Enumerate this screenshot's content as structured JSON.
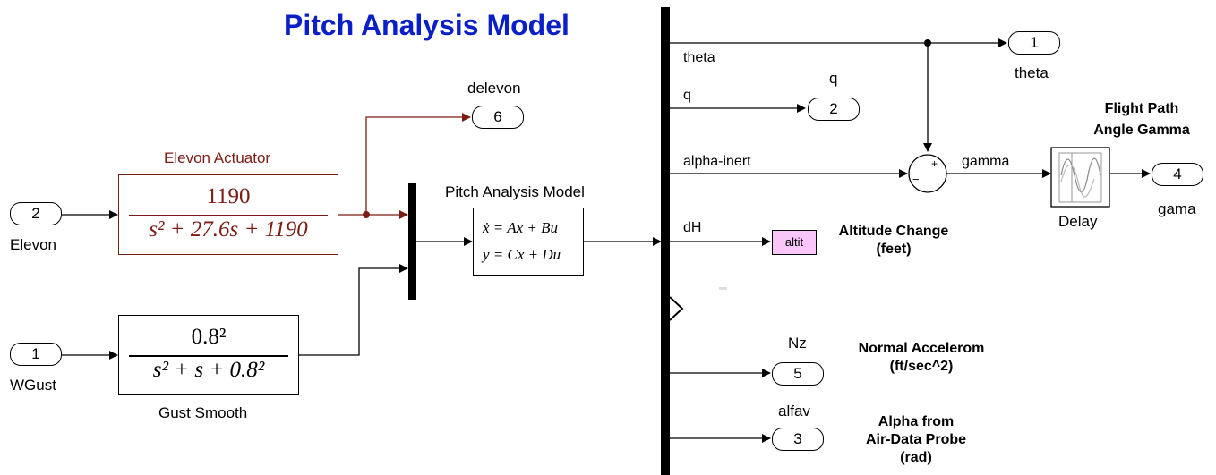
{
  "diagram": {
    "title": "Pitch Analysis Model",
    "inputs": [
      {
        "number": "2",
        "label": "Elevon"
      },
      {
        "number": "1",
        "label": "WGust"
      }
    ],
    "elevon_actuator": {
      "label": "Elevon Actuator",
      "numerator": "1190",
      "denominator": "s² + 27.6s + 1190"
    },
    "gust_smooth": {
      "label": "Gust Smooth",
      "numerator": "0.8²",
      "denominator": "s² + s + 0.8²"
    },
    "state_space": {
      "label": "Pitch Analysis Model",
      "eq1": "ẋ = Ax + Bu",
      "eq2": "y = Cx + Du"
    },
    "signals": {
      "theta": "theta",
      "q": "q",
      "alpha_inert": "alpha-inert",
      "dh": "dH",
      "gamma": "gamma"
    },
    "outputs": [
      {
        "number": "6",
        "label": "delevon"
      },
      {
        "number": "1",
        "label": "theta"
      },
      {
        "number": "2",
        "label": "q"
      },
      {
        "number": "4",
        "label": "gama"
      },
      {
        "number": "5",
        "label": "Nz"
      },
      {
        "number": "3",
        "label": "alfav"
      }
    ],
    "goto_tag": "altit",
    "sum_signs": {
      "top": "+",
      "left": "−"
    },
    "delay_label": "Delay",
    "annotations": {
      "flight_path": [
        "Flight Path",
        "Angle Gamma"
      ],
      "altitude": [
        "Altitude Change",
        "(feet)"
      ],
      "normal_accel": [
        "Normal Accelerom",
        "(ft/sec^2)"
      ],
      "alpha_probe": [
        "Alpha from",
        "Air-Data Probe",
        "(rad)"
      ]
    },
    "colors": {
      "title": "#0b1fc8",
      "actuator": "#7a1c14",
      "goto_fill": "#f9c6f9"
    }
  }
}
